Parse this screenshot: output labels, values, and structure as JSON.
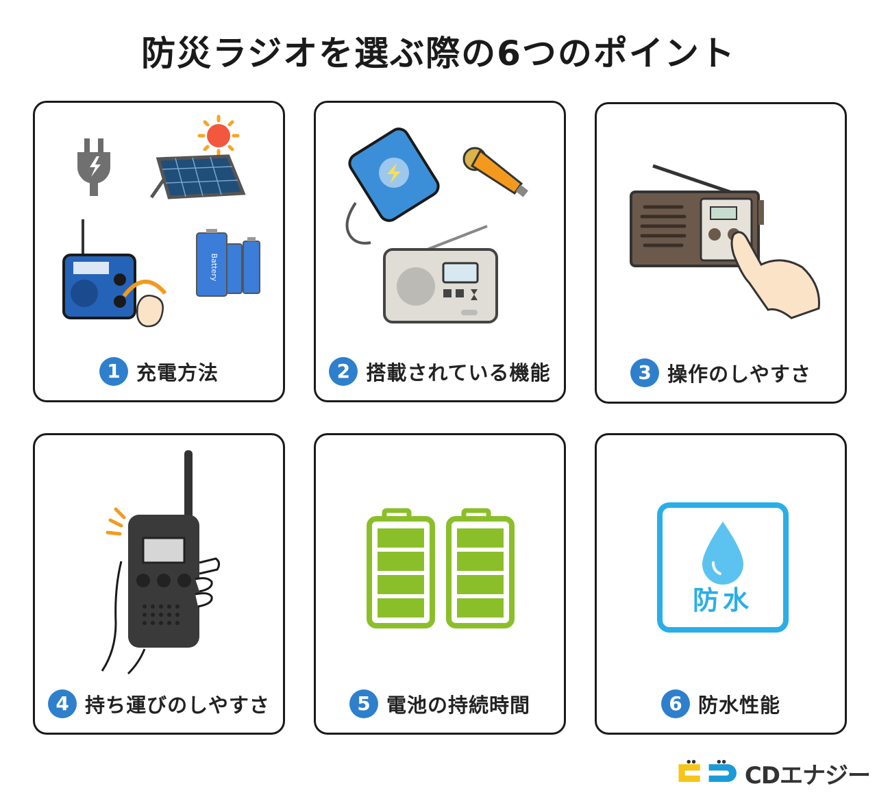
{
  "title": "防災ラジオを選ぶ際の6つのポイント",
  "cards": [
    {
      "number": "1",
      "label": "充電方法"
    },
    {
      "number": "2",
      "label": "搭載されている機能"
    },
    {
      "number": "3",
      "label": "操作のしやすさ"
    },
    {
      "number": "4",
      "label": "持ち運びのしやすさ"
    },
    {
      "number": "5",
      "label": "電池の持続時間"
    },
    {
      "number": "6",
      "label": "防水性能"
    }
  ],
  "battery_label": "Battery",
  "waterproof_label": "防水",
  "logo": {
    "text": "CDエナジー"
  },
  "colors": {
    "number_badge": "#2e7fcc",
    "battery_green": "#8bbf2a",
    "waterproof_blue": "#2aaee8",
    "radio_blue": "#2563b8",
    "flashlight_orange": "#f39a1e",
    "logo_yellow": "#f5c518",
    "logo_blue": "#1a9ad6"
  },
  "icons": [
    "plug-icon",
    "sun-icon",
    "solar-panel-icon",
    "hand-crank-radio-icon",
    "battery-icon",
    "smartphone-charging-icon",
    "flashlight-icon",
    "radio-icon",
    "hand-pointer-icon",
    "walkie-talkie-icon",
    "full-battery-icon",
    "water-drop-icon"
  ]
}
